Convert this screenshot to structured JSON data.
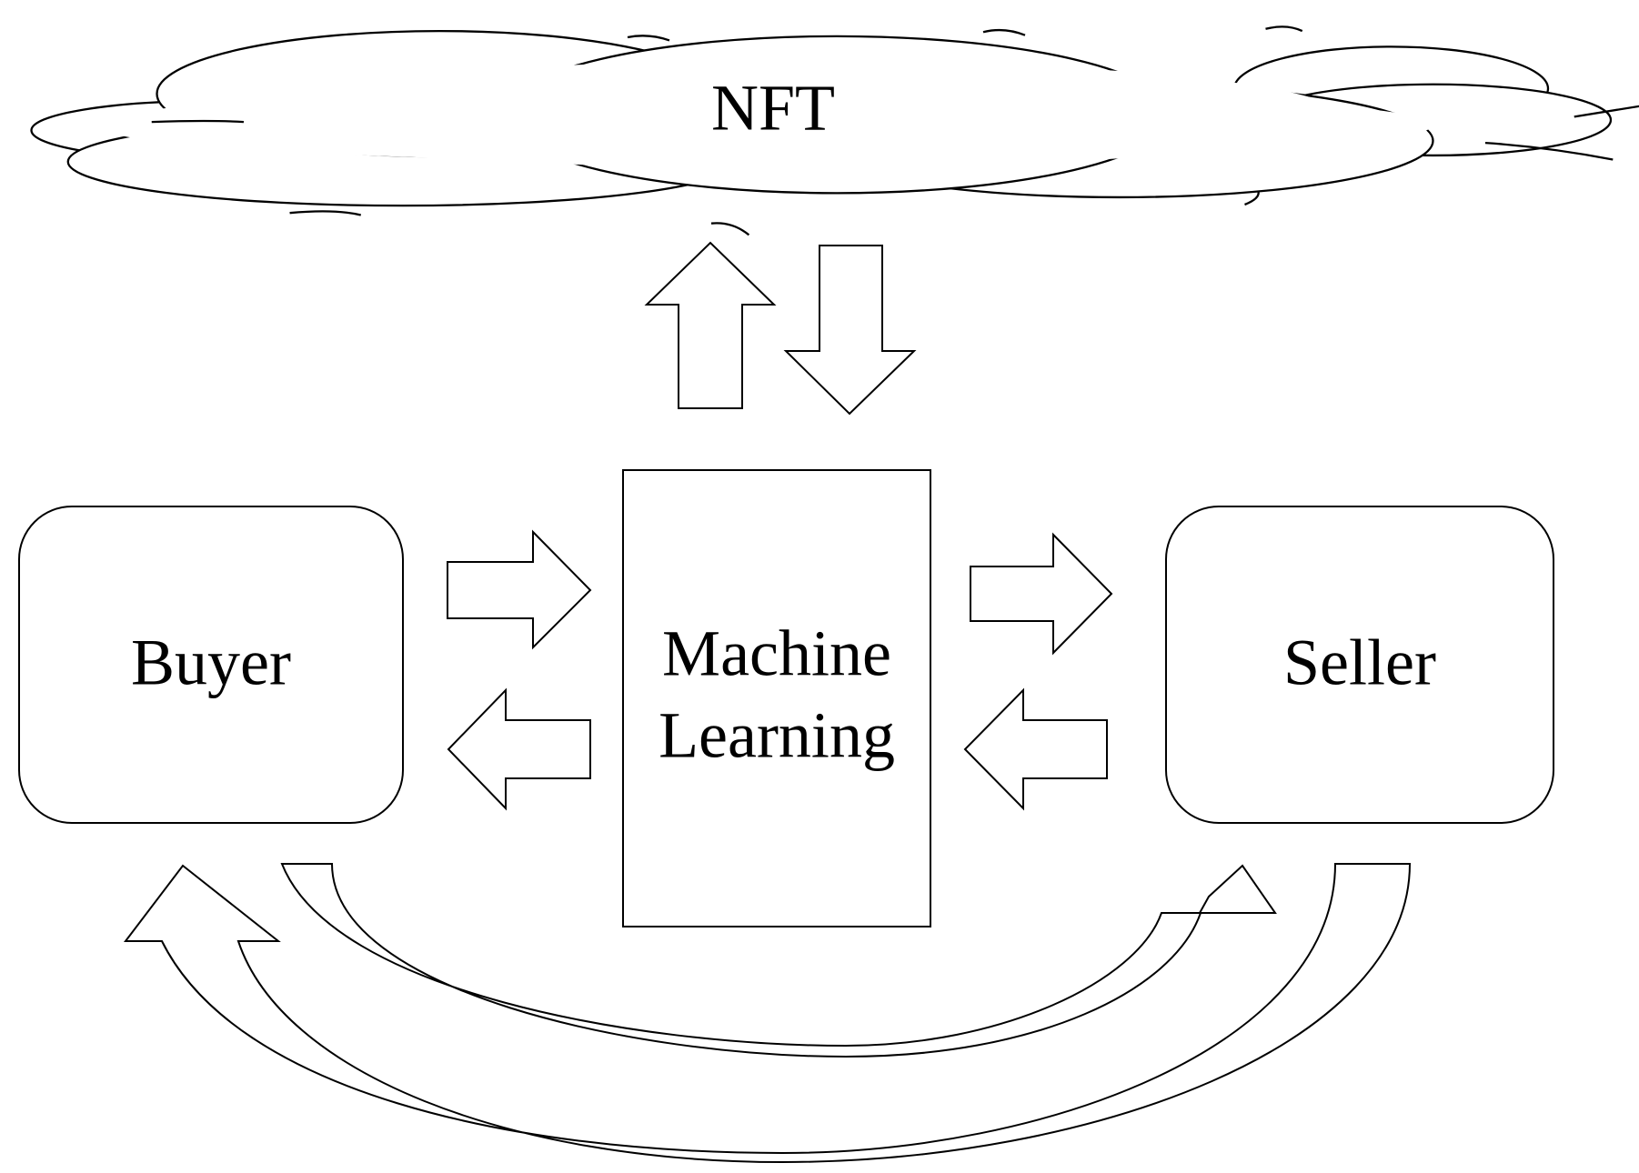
{
  "nodes": {
    "nft": {
      "label": "NFT"
    },
    "buyer": {
      "label": "Buyer"
    },
    "seller": {
      "label": "Seller"
    },
    "ml": {
      "line1": "Machine",
      "line2": "Learning"
    }
  },
  "colors": {
    "stroke": "#000000",
    "fill": "#ffffff"
  }
}
